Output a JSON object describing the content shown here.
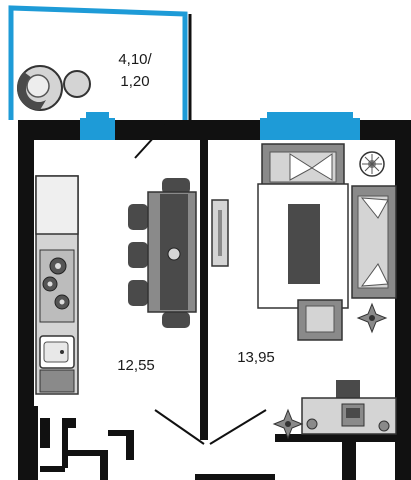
{
  "balcony": {
    "area_line1": "4,10/",
    "area_line2": "1,20"
  },
  "kitchen": {
    "area": "12,55"
  },
  "living_room": {
    "area": "13,95"
  },
  "colors": {
    "wall": "#111111",
    "window": "#1e9bd7",
    "furniture_dark": "#4a4a4a",
    "furniture_mid": "#8a8a8a",
    "furniture_light": "#d4d4d4",
    "floor": "#ffffff"
  }
}
